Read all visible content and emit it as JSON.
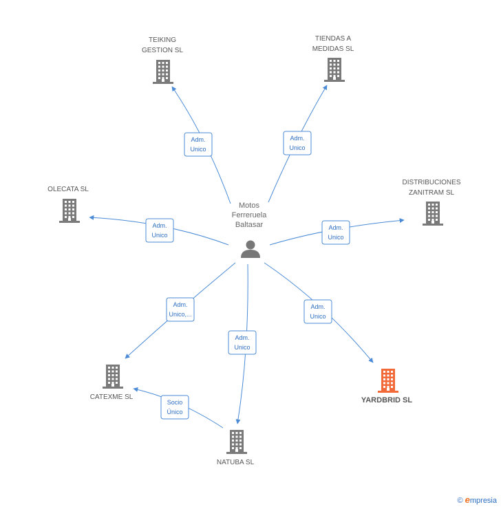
{
  "center": {
    "name_lines": [
      "Motos",
      "Ferreruela",
      "Baltasar"
    ],
    "icon": "person-icon"
  },
  "companies": [
    {
      "id": "teiking",
      "lines": [
        "TEIKING",
        "GESTION SL"
      ],
      "highlight": false
    },
    {
      "id": "tiendas",
      "lines": [
        "TIENDAS A",
        "MEDIDAS SL"
      ],
      "highlight": false
    },
    {
      "id": "olecata",
      "lines": [
        "OLECATA SL"
      ],
      "highlight": false
    },
    {
      "id": "distribuciones",
      "lines": [
        "DISTRIBUCIONES",
        "ZANITRAM SL"
      ],
      "highlight": false
    },
    {
      "id": "catexme",
      "lines": [
        "CATEXME SL"
      ],
      "highlight": false
    },
    {
      "id": "natuba",
      "lines": [
        "NATUBA SL"
      ],
      "highlight": false
    },
    {
      "id": "yardbrid",
      "lines": [
        "YARDBRID SL"
      ],
      "highlight": true
    }
  ],
  "edges": [
    {
      "from": "center",
      "to": "teiking",
      "lines": [
        "Adm.",
        "Unico"
      ]
    },
    {
      "from": "center",
      "to": "tiendas",
      "lines": [
        "Adm.",
        "Unico"
      ]
    },
    {
      "from": "center",
      "to": "olecata",
      "lines": [
        "Adm.",
        "Unico"
      ]
    },
    {
      "from": "center",
      "to": "distribuciones",
      "lines": [
        "Adm.",
        "Unico"
      ]
    },
    {
      "from": "center",
      "to": "catexme",
      "lines": [
        "Adm.",
        "Unico,..."
      ]
    },
    {
      "from": "center",
      "to": "natuba",
      "lines": [
        "Adm.",
        "Unico"
      ]
    },
    {
      "from": "center",
      "to": "yardbrid",
      "lines": [
        "Adm.",
        "Unico"
      ]
    },
    {
      "from": "natuba",
      "to": "catexme",
      "lines": [
        "Socio",
        "Único"
      ]
    }
  ],
  "colors": {
    "edge": "#4a8ad6",
    "building": "#7a7a7a",
    "building_highlight": "#f26a3a",
    "person": "#777777"
  },
  "footer": {
    "copyright_symbol": "©",
    "brand_e": "e",
    "brand_rest": "mpresia"
  }
}
